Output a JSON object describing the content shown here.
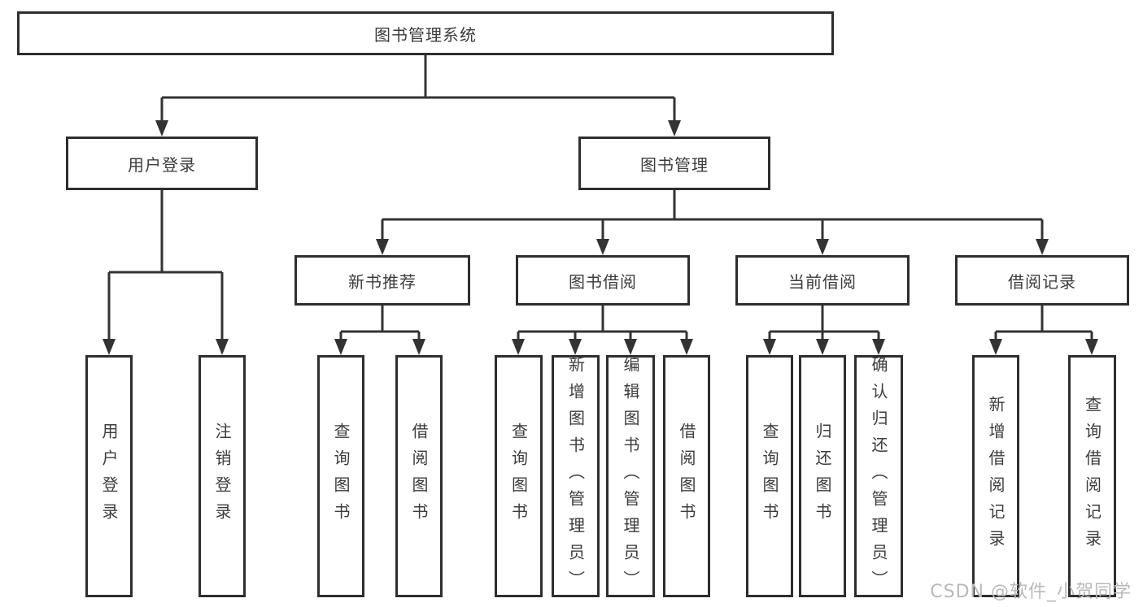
{
  "root": {
    "label": "图书管理系统",
    "children": [
      {
        "label": "用户登录",
        "children": [
          {
            "label": "用户登录"
          },
          {
            "label": "注销登录"
          }
        ]
      },
      {
        "label": "图书管理",
        "children": [
          {
            "label": "新书推荐",
            "children": [
              {
                "label": "查询图书"
              },
              {
                "label": "借阅图书"
              }
            ]
          },
          {
            "label": "图书借阅",
            "children": [
              {
                "label": "查询图书"
              },
              {
                "label": "新增图书（管理员）"
              },
              {
                "label": "编辑图书（管理员）"
              },
              {
                "label": "借阅图书"
              }
            ]
          },
          {
            "label": "当前借阅",
            "children": [
              {
                "label": "查询图书"
              },
              {
                "label": "归还图书"
              },
              {
                "label": "确认归还（管理员）"
              }
            ]
          },
          {
            "label": "借阅记录",
            "children": [
              {
                "label": "新增借阅记录"
              },
              {
                "label": "查询借阅记录"
              }
            ]
          }
        ]
      }
    ]
  },
  "watermark": "CSDN @软件_小贺同学",
  "colors": {
    "line": "#333333",
    "border": "#2e2e2e",
    "text": "#3c3c3c",
    "watermark": "#b9b9b9"
  }
}
